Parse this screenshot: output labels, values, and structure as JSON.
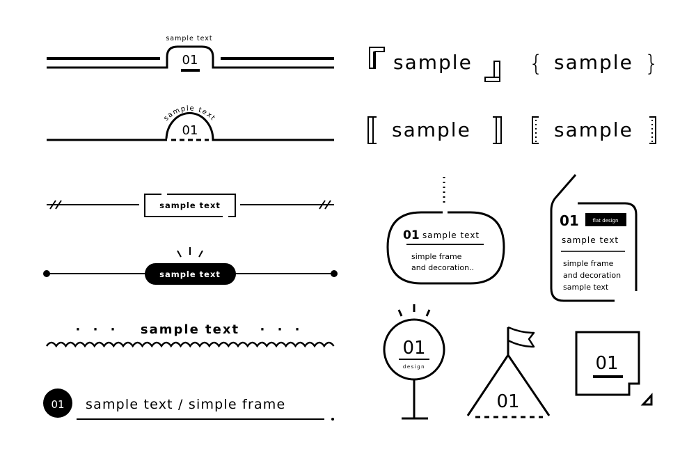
{
  "colors": {
    "ink": "#000000",
    "background": "#ffffff"
  },
  "frame1": {
    "caption": "sample text",
    "number": "01"
  },
  "frame2": {
    "caption": "sample text",
    "number": "01"
  },
  "frame3": {
    "label": "sample text"
  },
  "frame4": {
    "label": "sample text"
  },
  "frame5": {
    "label": "sample text",
    "dots_left": "· · ·",
    "dots_right": "· · ·"
  },
  "frame6": {
    "number": "01",
    "label": "sample text / simple frame"
  },
  "headings": {
    "corner": "sample",
    "curly": "sample",
    "double": "sample",
    "dotted": "sample"
  },
  "oval": {
    "number": "01",
    "title": "sample text",
    "body_line1": "simple frame",
    "body_line2": "and decoration.."
  },
  "tag": {
    "number": "01",
    "badge": "flat design",
    "title": "sample text",
    "body_line1": "simple frame",
    "body_line2": "and decoration",
    "body_line3": "sample text"
  },
  "bulb": {
    "number": "01",
    "caption": "design"
  },
  "mountain": {
    "number": "01"
  },
  "square": {
    "number": "01"
  }
}
